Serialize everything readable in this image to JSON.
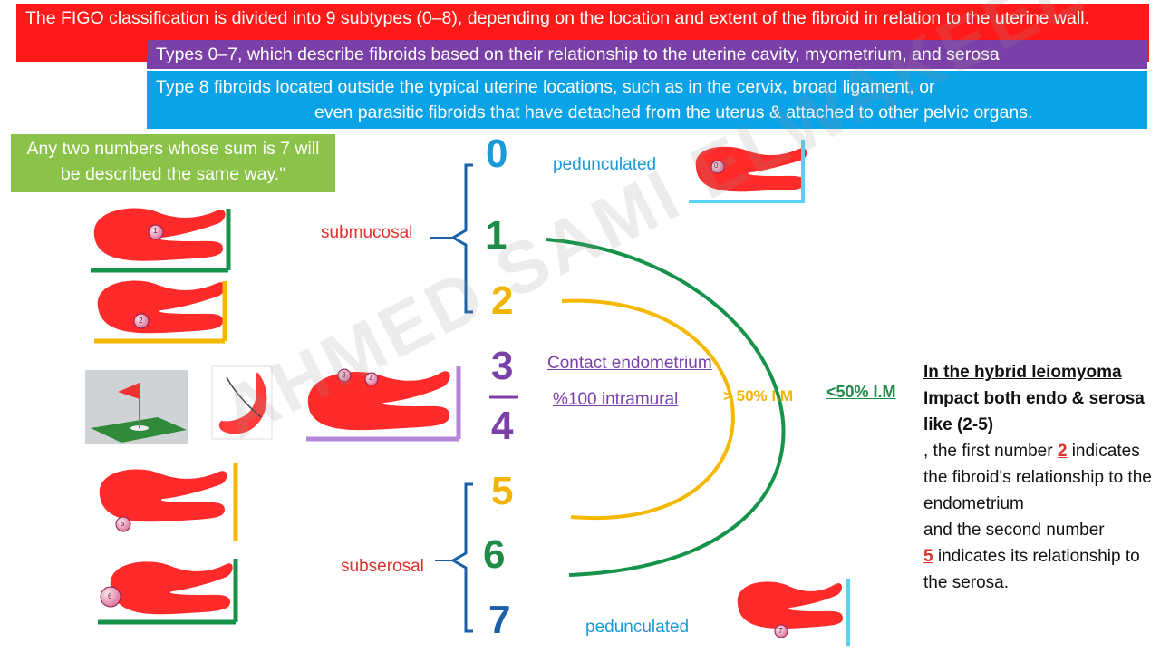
{
  "header": {
    "line1": "The FIGO classification is divided into 9 subtypes (0–8), depending on the location and extent of the fibroid in relation to the uterine wall.",
    "line2": "Types 0–7, which describe fibroids based on their relationship to the uterine cavity, myometrium, and serosa",
    "line3a": "Type 8  fibroids located outside the typical uterine locations, such as in the cervix, broad ligament, or",
    "line3b": "even parasitic fibroids that have detached from the uterus & attached to other pelvic organs."
  },
  "tip": "Any two numbers whose sum is 7 will be described the same way.\"",
  "types": [
    "0",
    "1",
    "2",
    "3",
    "4",
    "5",
    "6",
    "7"
  ],
  "labels": {
    "submucosal": "submucosal",
    "subserosal": "subserosal",
    "pedunculated_top": "pedunculated",
    "pedunculated_bottom": "pedunculated",
    "contact_endometrium": "Contact endometrium",
    "intramural_100": "%100 intramural",
    "ge50": "> 50% I.M",
    "lt50": "<50% I.M"
  },
  "diagram_badges": [
    "0",
    "1",
    "2",
    "3",
    "4",
    "5",
    "6",
    "7"
  ],
  "hybrid": {
    "title": "In the hybrid leiomyoma",
    "impact": "Impact both endo & serosa like (2-5)",
    "p1": ", the first number",
    "n1": "2",
    "p2": "indicates the fibroid's relationship to the endometrium",
    "p3": " and the second number",
    "n2": "5",
    "p4": "indicates its relationship to the serosa."
  },
  "watermark": "AHMED SAMI ELWAKEEL",
  "colors": {
    "red": "#ff1a1a",
    "purple": "#7b3fa8",
    "blue": "#0aa3e8",
    "green_box": "#8bc34a",
    "num_blue": "#1a9ad6",
    "num_green": "#1e8c46",
    "num_yellow": "#f2b400",
    "num_purple": "#7b3fa8",
    "uterus": "#ff2a2a"
  }
}
